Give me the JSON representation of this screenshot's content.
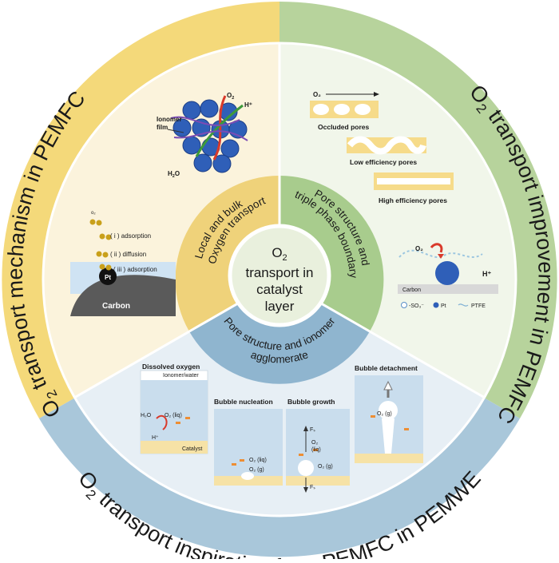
{
  "colors": {
    "yellow_outer": "#F4D97A",
    "green_outer": "#B7D39C",
    "blue_outer": "#A9C7DA",
    "yellow_mid": "#EFD27A",
    "green_mid": "#A8CC8D",
    "blue_mid": "#8FB5CF",
    "center": "#E9F0DD",
    "inner_yellow": "#FBF3DC",
    "inner_green": "#F1F6EA",
    "inner_blue": "#E7EFF5",
    "pt_blue": "#2F5FB8",
    "carbon": "#5A5A5A"
  },
  "outer_ring": {
    "left": {
      "prefix": "O",
      "sub": "2",
      "rest": " transport mechanism in PEMFC"
    },
    "right": {
      "prefix": "O",
      "sub": "2",
      "rest": " transport improvement in PEMFC"
    },
    "bottom": {
      "prefix": "O",
      "sub": "2",
      "rest": " transport inspiration from PEMFC in PEMWE"
    }
  },
  "middle_ring": {
    "left_line1": "Local and bulk",
    "left_line2": "Oxygen transport",
    "right_line1": "Pore structure and",
    "right_line2": "triple phase boundary",
    "bottom_line1": "Pore structure and ionomer",
    "bottom_line2": "agglomerate"
  },
  "center": {
    "line1_prefix": "O",
    "line1_sub": "2",
    "line2": "transport in",
    "line3": "catalyst",
    "line4": "layer"
  },
  "panel_left": {
    "ionomer_label_1": "Ionomer",
    "ionomer_label_2": "film",
    "o2": "O",
    "o2_sub": "2",
    "hplus": "H⁺",
    "h2o_h": "H",
    "h2o_sub": "2",
    "h2o_o": "O",
    "step_o2": "o₂",
    "step1": "( i ) adsorption",
    "step2": "( ii ) diffusion",
    "step3": "( iii ) adsorption",
    "pt": "Pt",
    "carbon": "Carbon"
  },
  "panel_right": {
    "o2_arrow_label": "O₂",
    "pores1": "Occluded pores",
    "pores2": "Low efficiency pores",
    "pores3": "High efficiency pores",
    "o2_mark": "O₂",
    "hplus": "H⁺",
    "carbon": "Carbon",
    "legend_so3": "-SO₃⁻",
    "legend_pt": "Pt",
    "legend_ptfe": "PTFE"
  },
  "panel_bottom": {
    "dissolved_title": "Dissolved oxygen",
    "ionomer_water": "Ionomer/water",
    "h2o": "H₂O",
    "o2_liq": "O₂ (liq)",
    "hplus": "H⁺",
    "catalyst": "Catalyst",
    "nucleation_title": "Bubble nucleation",
    "nuc_o2_liq": "O₂ (liq)",
    "nuc_o2_g": "O₂ (g)",
    "growth_title": "Bubble growth",
    "fb": "Fₛ",
    "growth_o2": "O₂",
    "growth_liq": "(liq)",
    "growth_o2_g": "O₂ (g)",
    "fs": "Fₛ",
    "detach_title": "Bubble detachment",
    "detach_o2_g": "O₂ (g)"
  }
}
